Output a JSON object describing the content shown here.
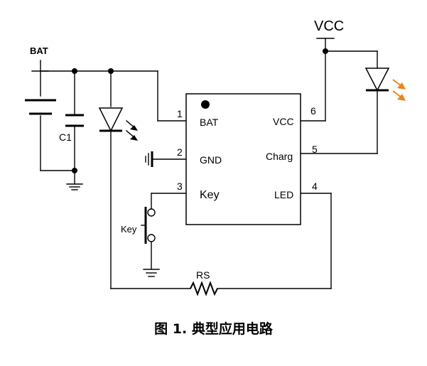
{
  "net_labels": {
    "bat": "BAT",
    "vcc": "VCC"
  },
  "components": {
    "capacitor": "C1",
    "key": "Key",
    "resistor": "RS"
  },
  "chip": {
    "pins": [
      {
        "number": "1",
        "name": "BAT"
      },
      {
        "number": "2",
        "name": "GND"
      },
      {
        "number": "3",
        "name": "Key"
      },
      {
        "number": "4",
        "name": "LED"
      },
      {
        "number": "5",
        "name": "Charg"
      },
      {
        "number": "6",
        "name": "VCC"
      }
    ]
  },
  "colors": {
    "charge_led_arrows": "#e8861a",
    "line": "#000000"
  },
  "caption": "图 1.  典型应用电路"
}
